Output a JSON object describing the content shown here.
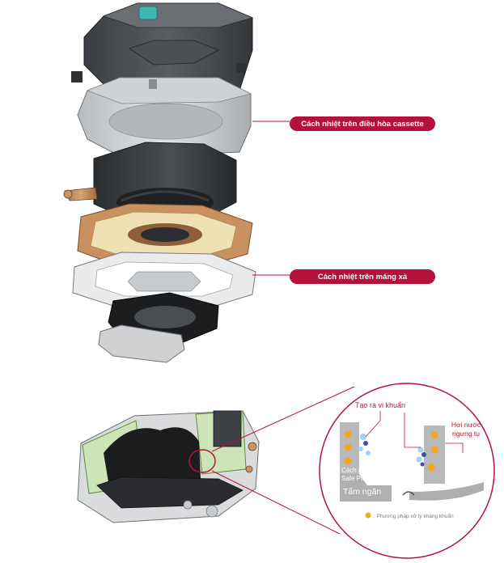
{
  "callouts": {
    "cassette_insulation": "Cách nhiệt trên điều hòa cassette",
    "drain_pan_insulation": "Cách nhiệt trên máng xả"
  },
  "detail": {
    "bacteria_label": "Tạo ra vi khuẩn",
    "condensation_label_line1": "Hơi nước",
    "condensation_label_line2": "ngưng tụ",
    "insulation_label_line1": "Cách nhiệt",
    "insulation_label_line2": "Safe Plus",
    "partition_label": "Tấm ngăn",
    "legend_text": ": Phương pháp xử lý kháng khuẩn"
  },
  "colors": {
    "accent": "#b5123a",
    "label_red": "#c8102e",
    "antibacterial_dot": "#f5a623",
    "bacteria_dot": "#3b4bb8",
    "condensation": "#9fd3f0"
  }
}
